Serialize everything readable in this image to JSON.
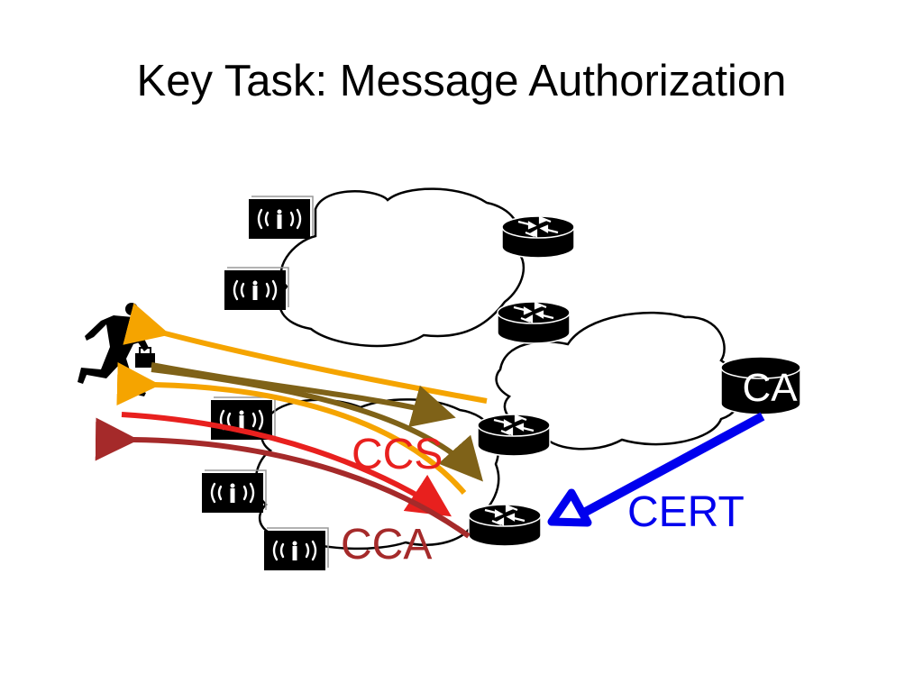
{
  "title": "Key Task: Message Authorization",
  "labels": {
    "ccs": "CCS",
    "cca": "CCA",
    "cert": "CERT",
    "ca": "CA"
  },
  "colors": {
    "ccs": "#e8201e",
    "cca": "#a52a2a",
    "cert": "#0000ee",
    "orange_arrow": "#f5a400",
    "olive_arrow": "#7f6218",
    "background": "#ffffff"
  },
  "icons": {
    "access_point": "wireless-access-point-icon",
    "router": "router-icon",
    "user": "running-businessman-icon",
    "ca_server": "certificate-authority-icon"
  }
}
